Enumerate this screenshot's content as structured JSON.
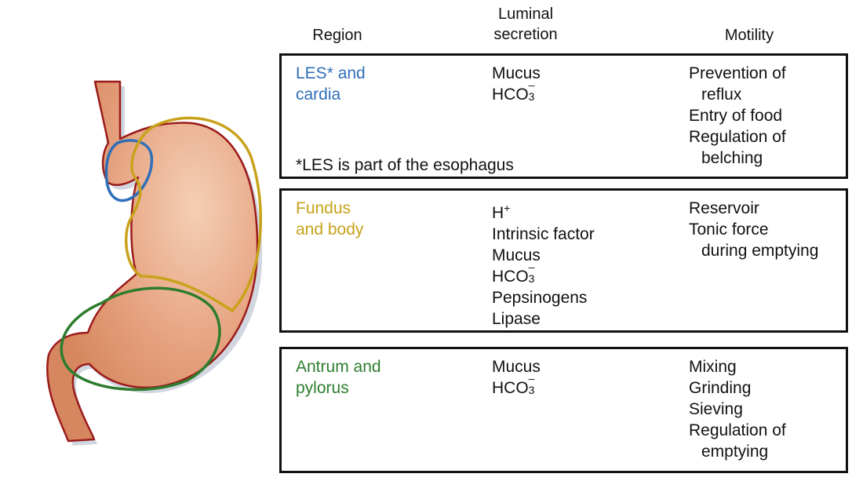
{
  "headers": {
    "region": "Region",
    "luminal_line1": "Luminal",
    "luminal_line2": "secretion",
    "motility": "Motility"
  },
  "sections": [
    {
      "region_lines": [
        "LES* and",
        "cardia"
      ],
      "region_color": "#2f6fb8",
      "secretion": {
        "mucus": "Mucus",
        "hco_base": "HCO",
        "hco_sub": "3",
        "hco_sup": "–"
      },
      "motility_lines": [
        "Prevention of",
        "reflux",
        "Entry of food",
        "Regulation of",
        "belching"
      ],
      "note": "*LES is part of the esophagus"
    },
    {
      "region_lines": [
        "Fundus",
        "and body"
      ],
      "region_color": "#c8a21a",
      "secretion": {
        "h_base": "H",
        "h_sup": "+",
        "intrinsic": "Intrinsic factor",
        "mucus": "Mucus",
        "hco_base": "HCO",
        "hco_sub": "3",
        "hco_sup": "–",
        "pepsinogens": "Pepsinogens",
        "lipase": "Lipase"
      },
      "motility_lines": [
        "Reservoir",
        "Tonic force",
        "during emptying"
      ]
    },
    {
      "region_lines": [
        "Antrum and",
        "pylorus"
      ],
      "region_color": "#2e7d2e",
      "secretion": {
        "mucus": "Mucus",
        "hco_base": "HCO",
        "hco_sub": "3",
        "hco_sup": "–"
      },
      "motility_lines": [
        "Mixing",
        "Grinding",
        "Sieving",
        "Regulation of",
        "emptying"
      ]
    }
  ],
  "colors": {
    "stomach_fill": "#e5a07d",
    "stomach_outline": "#9b1b1b",
    "shadow": "#c9cfdb",
    "les_ring": "#2f6fb8",
    "fundus_ring": "#c8a21a",
    "antrum_ring": "#2e7d2e"
  }
}
